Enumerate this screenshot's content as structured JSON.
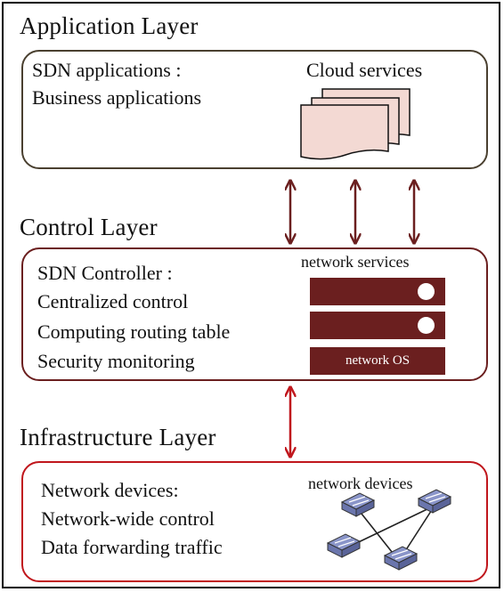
{
  "application_layer": {
    "title": "Application Layer",
    "line1": "SDN applications :",
    "line2": "Business applications",
    "icon_label": "Cloud services"
  },
  "control_layer": {
    "title": "Control Layer",
    "line1": "SDN Controller :",
    "line2": "Centralized control",
    "line3": "Computing routing table",
    "line4": "Security monitoring",
    "icon_label": "network services",
    "os_label": "network OS"
  },
  "infrastructure_layer": {
    "title": "Infrastructure Layer",
    "line1": "Network devices:",
    "line2": "Network-wide control",
    "line3": "Data forwarding traffic",
    "icon_label": "network devices"
  },
  "colors": {
    "app_border": "#4a4030",
    "control_border": "#6b1f1f",
    "infra_border": "#c0161c",
    "arrow_control": "#6b1f1f",
    "arrow_infra": "#c0161c",
    "document_fill": "#f3d9d3",
    "switch_fill": "#8a95c9"
  }
}
